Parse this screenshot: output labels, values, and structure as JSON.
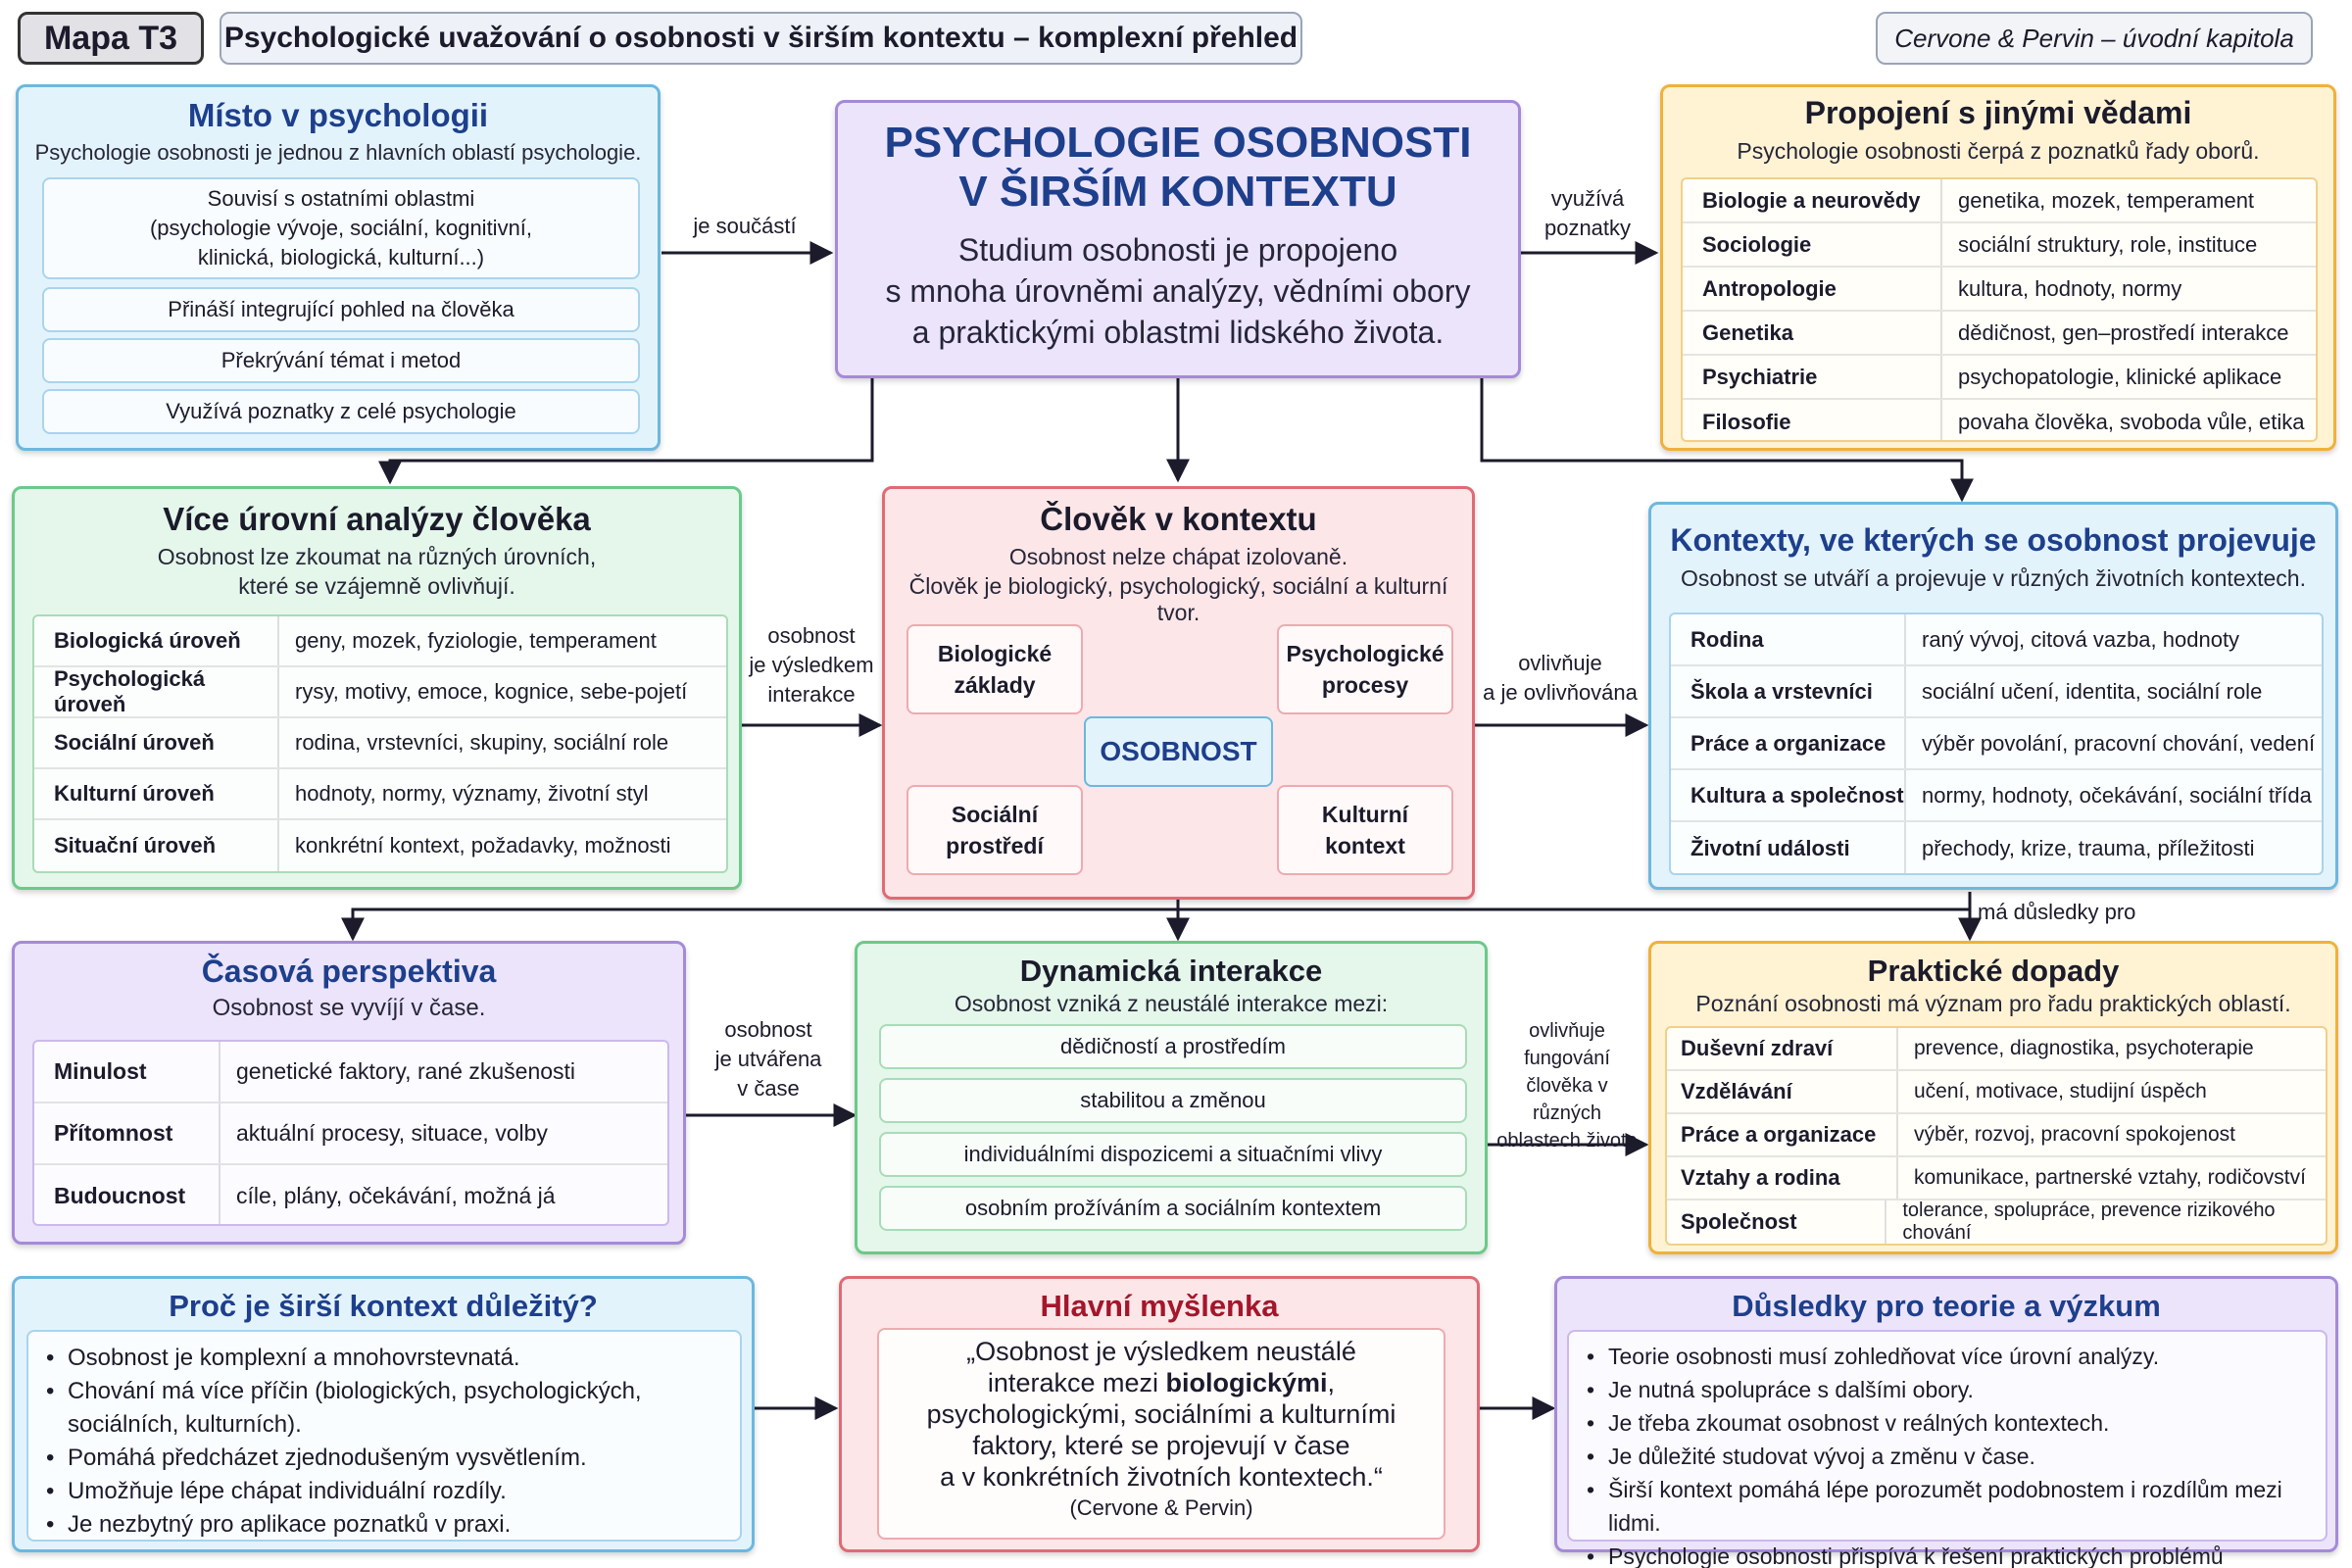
{
  "header": {
    "map_label": "Mapa T3",
    "title": "Psychologické uvažování o osobnosti v širším kontextu – komplexní přehled",
    "source": "Cervone & Pervin – úvodní kapitola"
  },
  "center": {
    "title_line1": "PSYCHOLOGIE OSOBNOSTI",
    "title_line2": "V ŠIRŠÍM KONTEXTU",
    "text_line1": "Studium osobnosti je propojeno",
    "text_line2": "s mnoha úrovněmi analýzy, vědními obory",
    "text_line3": "a praktickými oblastmi lidského života."
  },
  "misto": {
    "title": "Místo v psychologii",
    "subtitle": "Psychologie osobnosti je jednou z hlavních oblastí psychologie.",
    "item1_line1": "Souvisí s ostatními oblastmi",
    "item1_line2": "(psychologie vývoje, sociální, kognitivní,",
    "item1_line3": "klinická, biologická, kulturní...)",
    "item2": "Přináší integrující pohled na člověka",
    "item3": "Překrývání témat i metod",
    "item4": "Využívá poznatky z celé psychologie"
  },
  "propojeni": {
    "title": "Propojení s jinými vědami",
    "subtitle": "Psychologie osobnosti čerpá z poznatků řady oborů.",
    "rows": [
      {
        "key": "Biologie a neurovědy",
        "val": "genetika, mozek, temperament"
      },
      {
        "key": "Sociologie",
        "val": "sociální struktury, role, instituce"
      },
      {
        "key": "Antropologie",
        "val": "kultura, hodnoty, normy"
      },
      {
        "key": "Genetika",
        "val": "dědičnost, gen–prostředí interakce"
      },
      {
        "key": "Psychiatrie",
        "val": "psychopatologie, klinické aplikace"
      },
      {
        "key": "Filosofie",
        "val": "povaha člověka, svoboda vůle, etika"
      }
    ]
  },
  "vice": {
    "title": "Více úrovní analýzy člověka",
    "subtitle_line1": "Osobnost lze zkoumat na různých úrovních,",
    "subtitle_line2": "které se vzájemně ovlivňují.",
    "rows": [
      {
        "key": "Biologická úroveň",
        "val": "geny, mozek, fyziologie, temperament"
      },
      {
        "key": "Psychologická úroveň",
        "val": "rysy, motivy, emoce, kognice, sebe-pojetí"
      },
      {
        "key": "Sociální úroveň",
        "val": "rodina, vrstevníci, skupiny, sociální role"
      },
      {
        "key": "Kulturní úroveň",
        "val": "hodnoty, normy, významy, životní styl"
      },
      {
        "key": "Situační úroveň",
        "val": "konkrétní kontext, požadavky, možnosti"
      }
    ]
  },
  "clovek": {
    "title": "Člověk v kontextu",
    "subtitle_line1": "Osobnost nelze chápat izolovaně.",
    "subtitle_line2": "Člověk je biologický, psychologický, sociální a kulturní tvor.",
    "bio_line1": "Biologické",
    "bio_line2": "základy",
    "psy_line1": "Psychologické",
    "psy_line2": "procesy",
    "soc_line1": "Sociální",
    "soc_line2": "prostředí",
    "kul_line1": "Kulturní",
    "kul_line2": "kontext",
    "core": "OSOBNOST"
  },
  "kontexty": {
    "title": "Kontexty, ve kterých se osobnost projevuje",
    "subtitle": "Osobnost se utváří a projevuje v různých životních kontextech.",
    "rows": [
      {
        "key": "Rodina",
        "val": "raný vývoj, citová vazba, hodnoty"
      },
      {
        "key": "Škola a vrstevníci",
        "val": "sociální učení, identita, sociální role"
      },
      {
        "key": "Práce a organizace",
        "val": "výběr povolání, pracovní chování, vedení"
      },
      {
        "key": "Kultura a společnost",
        "val": "normy, hodnoty, očekávání, sociální třída"
      },
      {
        "key": "Životní události",
        "val": "přechody, krize, trauma, příležitosti"
      }
    ]
  },
  "casova": {
    "title": "Časová perspektiva",
    "subtitle": "Osobnost se vyvíjí v čase.",
    "rows": [
      {
        "key": "Minulost",
        "val": "genetické faktory, rané zkušenosti"
      },
      {
        "key": "Přítomnost",
        "val": "aktuální procesy, situace, volby"
      },
      {
        "key": "Budoucnost",
        "val": "cíle, plány, očekávání, možná já"
      }
    ]
  },
  "dynamicka": {
    "title": "Dynamická interakce",
    "subtitle": "Osobnost vzniká z neustálé interakce mezi:",
    "items": [
      "dědičností a prostředím",
      "stabilitou a změnou",
      "individuálními dispozicemi a situačními vlivy",
      "osobním prožíváním a sociálním kontextem"
    ]
  },
  "prakticke": {
    "title": "Praktické dopady",
    "subtitle": "Poznání osobnosti má význam pro řadu praktických oblastí.",
    "rows": [
      {
        "key": "Duševní zdraví",
        "val": "prevence, diagnostika, psychoterapie"
      },
      {
        "key": "Vzdělávání",
        "val": "učení, motivace, studijní úspěch"
      },
      {
        "key": "Práce a organizace",
        "val": "výběr, rozvoj, pracovní spokojenost"
      },
      {
        "key": "Vztahy a rodina",
        "val": "komunikace, partnerské vztahy, rodičovství"
      },
      {
        "key": "Společnost",
        "val": "tolerance, spolupráce, prevence rizikového chování"
      }
    ]
  },
  "proc": {
    "title": "Proč je širší kontext důležitý?",
    "b1": "Osobnost je komplexní a mnohovrstevnatá.",
    "b2_line1": "Chování má více příčin (biologických, psychologických,",
    "b2_line2": "sociálních, kulturních).",
    "b3": "Pomáhá předcházet zjednodušeným vysvětlením.",
    "b4": "Umožňuje lépe chápat individuální rozdíly.",
    "b5": "Je nezbytný pro aplikace poznatků v praxi."
  },
  "hlavni": {
    "title": "Hlavní myšlenka",
    "q1": "„Osobnost je výsledkem neustálé",
    "q2a": "interakce mezi ",
    "q2b": "biologickými",
    "q2c": ",",
    "q3": "psychologickými, sociálními a kulturními",
    "q4": "faktory, které se projevují v čase",
    "q5": "a v konkrétních životních kontextech.“",
    "cite": "(Cervone & Pervin)"
  },
  "dusledky": {
    "title": "Důsledky pro teorie a výzkum",
    "items": [
      "Teorie osobnosti musí zohledňovat více úrovní analýzy.",
      "Je nutná spolupráce s dalšími obory.",
      "Je třeba zkoumat osobnost v reálných kontextech.",
      "Je důležité studovat vývoj a změnu v čase.",
      "Širší kontext pomáhá lépe porozumět podobnostem i rozdílům mezi lidmi.",
      "Psychologie osobnosti přispívá k řešení praktických problémů společnosti."
    ]
  },
  "labels": {
    "je_soucasti": "je součástí",
    "vyuziva_1": "využívá",
    "vyuziva_2": "poznatky",
    "osobnost_vys_1": "osobnost",
    "osobnost_vys_2": "je výsledkem",
    "osobnost_vys_3": "interakce",
    "ovlivnuje_1": "ovlivňuje",
    "ovlivnuje_2": "a je ovlivňována",
    "ma_dusledky": "má důsledky pro",
    "utvarena_1": "osobnost",
    "utvarena_2": "je utvářena",
    "utvarena_3": "v čase",
    "fungovani_1": "ovlivňuje",
    "fungovani_2": "fungování",
    "fungovani_3": "člověka v různých",
    "fungovani_4": "oblastech života"
  },
  "colors": {
    "blue_border": "#6cb8df",
    "blue_fill": "#e3f3fc",
    "orange_border": "#f0b13a",
    "orange_fill": "#fff3d4",
    "purple_border": "#a58ad8",
    "purple_fill": "#ece4fb",
    "green_border": "#6cc98a",
    "green_fill": "#e4f7ea",
    "red_border": "#e06a74",
    "red_fill": "#fde6e8",
    "title_blue": "#1d3f8c",
    "title_red": "#a4162a"
  }
}
